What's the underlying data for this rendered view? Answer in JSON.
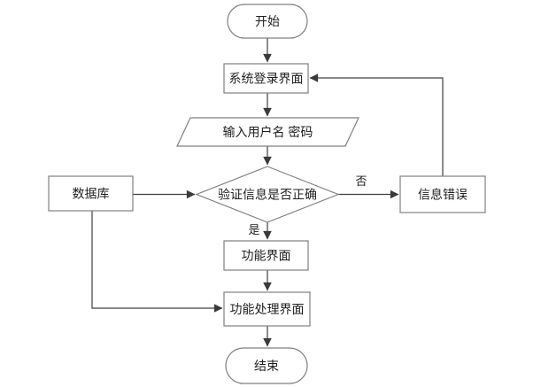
{
  "diagram": {
    "title": "login-system-flowchart",
    "background_color": "#ffffff",
    "shape_border_color": "#808080",
    "arrow_color": "#404040",
    "text_color": "#1f1f1f",
    "nodes": [
      {
        "id": "start",
        "type": "terminator",
        "label": "开始"
      },
      {
        "id": "login",
        "type": "process",
        "label": "系统登录界面"
      },
      {
        "id": "input",
        "type": "input-output",
        "label": "输入用户名 密码"
      },
      {
        "id": "verify",
        "type": "decision",
        "label": "验证信息是否正确"
      },
      {
        "id": "database",
        "type": "process",
        "label": "数据库"
      },
      {
        "id": "error",
        "type": "process",
        "label": "信息错误"
      },
      {
        "id": "function",
        "type": "process",
        "label": "功能界面"
      },
      {
        "id": "handle",
        "type": "process",
        "label": "功能处理界面"
      },
      {
        "id": "end",
        "type": "terminator",
        "label": "结束"
      }
    ],
    "edge_labels": {
      "no": "否",
      "yes": "是"
    }
  }
}
